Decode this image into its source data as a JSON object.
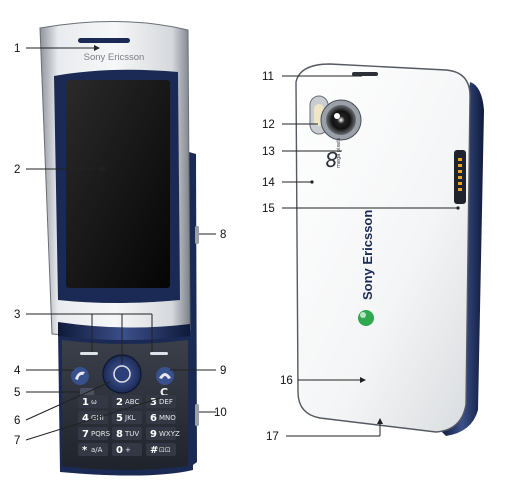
{
  "front_phone": {
    "brand_text": "Sony Ericsson",
    "keypad": [
      {
        "num": "1",
        "sub": "ω"
      },
      {
        "num": "2",
        "sub": "ABC"
      },
      {
        "num": "3",
        "sub": "DEF"
      },
      {
        "num": "4",
        "sub": "GHI"
      },
      {
        "num": "5",
        "sub": "JKL"
      },
      {
        "num": "6",
        "sub": "MNO"
      },
      {
        "num": "7",
        "sub": "PQRS"
      },
      {
        "num": "8",
        "sub": "TUV"
      },
      {
        "num": "9",
        "sub": "WXYZ"
      },
      {
        "num": "*",
        "sub": "a/A"
      },
      {
        "num": "0",
        "sub": "+"
      },
      {
        "num": "#",
        "sub": "⊡⊡"
      }
    ],
    "clear_key": "C"
  },
  "back_phone": {
    "brand_text": "Sony Ericsson",
    "megapixel_text": "8",
    "megapixel_sub": "mega pixels"
  },
  "callouts": [
    "1",
    "2",
    "3",
    "4",
    "5",
    "6",
    "7",
    "8",
    "9",
    "10",
    "11",
    "12",
    "13",
    "14",
    "15",
    "16",
    "17"
  ],
  "colors": {
    "body_navy": "#1b2a55",
    "screen_dark": "#111111",
    "silver": "#c8ccd2",
    "keypad_dark": "#2b2f38",
    "logo_green": "#2fa84f"
  }
}
